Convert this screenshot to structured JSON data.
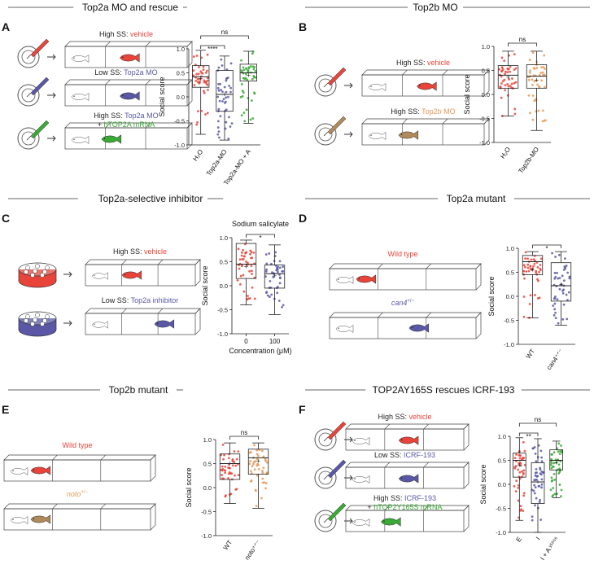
{
  "colors": {
    "red": "#e8443a",
    "blue": "#5a58a6",
    "green": "#3aa935",
    "orange": "#e69a57",
    "brown": "#b08a5a",
    "dark": "#222222"
  },
  "panels": [
    {
      "letter": "A",
      "title": "Top2a MO and rescue",
      "schematic": {
        "type": "needle",
        "rows": [
          {
            "lines": [
              {
                "parts": [
                  {
                    "t": "High SS: ",
                    "c": "dark"
                  },
                  {
                    "t": "vehicle",
                    "c": "red"
                  }
                ]
              }
            ],
            "needle": "red",
            "fish": "red",
            "pos": "right"
          },
          {
            "lines": [
              {
                "parts": [
                  {
                    "t": "Low SS: ",
                    "c": "dark"
                  },
                  {
                    "t": "Top2a MO",
                    "c": "blue"
                  }
                ]
              }
            ],
            "needle": "blue",
            "fish": "blue",
            "pos": "right"
          },
          {
            "lines": [
              {
                "parts": [
                  {
                    "t": "High SS: ",
                    "c": "dark"
                  },
                  {
                    "t": "Top2a MO",
                    "c": "blue"
                  }
                ]
              },
              {
                "parts": [
                  {
                    "t": "+ ",
                    "c": "dark"
                  },
                  {
                    "t": "hTOP2A mRNA",
                    "c": "green"
                  }
                ]
              }
            ],
            "needle": "green",
            "fish": "green",
            "pos": "left"
          }
        ]
      },
      "chart_data": {
        "type": "box",
        "ylabel": "Social score",
        "ylim": [
          -1.0,
          1.0
        ],
        "yticks": [
          "-1.0",
          "-0.5",
          "0.0",
          "0.5",
          "1.0"
        ],
        "categories": [
          "H₂O",
          "Top2a-MO",
          "Top2a-MO + A"
        ],
        "rotate": true,
        "boxes": [
          {
            "color": "red",
            "min": -0.78,
            "q1": 0.2,
            "median": 0.42,
            "q3": 0.65,
            "max": 0.97,
            "mean": 0.38
          },
          {
            "color": "blue",
            "min": -0.9,
            "q1": -0.3,
            "median": 0.05,
            "q3": 0.55,
            "max": 0.85,
            "mean": 0.05
          },
          {
            "color": "green",
            "min": -0.55,
            "q1": 0.33,
            "median": 0.5,
            "q3": 0.68,
            "max": 0.95,
            "mean": 0.45
          }
        ],
        "brackets": [
          {
            "from": 0,
            "to": 1,
            "label": "****"
          },
          {
            "from": 0,
            "to": 2,
            "label": "ns"
          }
        ]
      }
    },
    {
      "letter": "B",
      "title": "Top2b MO",
      "schematic": {
        "type": "needle",
        "rows": [
          {
            "lines": [
              {
                "parts": [
                  {
                    "t": "High SS: ",
                    "c": "dark"
                  },
                  {
                    "t": "vehicle",
                    "c": "red"
                  }
                ]
              }
            ],
            "needle": "red",
            "fish": "red",
            "pos": "right"
          },
          {
            "lines": [
              {
                "parts": [
                  {
                    "t": "High SS: ",
                    "c": "dark"
                  },
                  {
                    "t": "Top2b MO",
                    "c": "orange"
                  }
                ]
              }
            ],
            "needle": "brown",
            "fish": "brown",
            "pos": "left"
          }
        ]
      },
      "chart_data": {
        "type": "box",
        "ylabel": "Social score",
        "ylim": [
          -1.0,
          1.0
        ],
        "yticks": [
          "-1.0",
          "-0.5",
          "0.0",
          "0.5",
          "1.0"
        ],
        "categories": [
          "H₂O",
          "Top2b-MO"
        ],
        "rotate": true,
        "boxes": [
          {
            "color": "red",
            "min": -0.45,
            "q1": 0.13,
            "median": 0.4,
            "q3": 0.6,
            "max": 0.9,
            "mean": 0.36
          },
          {
            "color": "orange",
            "min": -0.75,
            "q1": 0.13,
            "median": 0.38,
            "q3": 0.62,
            "max": 0.9,
            "mean": 0.3
          }
        ],
        "brackets": [
          {
            "from": 0,
            "to": 1,
            "label": "ns"
          }
        ]
      }
    },
    {
      "letter": "C",
      "title": "Top2a-selective inhibitor",
      "schematic": {
        "type": "dish",
        "rows": [
          {
            "lines": [
              {
                "parts": [
                  {
                    "t": "High SS: ",
                    "c": "dark"
                  },
                  {
                    "t": "vehicle",
                    "c": "red"
                  }
                ]
              }
            ],
            "dish": "red",
            "fish": "red",
            "pos": "left"
          },
          {
            "lines": [
              {
                "parts": [
                  {
                    "t": "Low SS: ",
                    "c": "dark"
                  },
                  {
                    "t": "Top2a inhibitor",
                    "c": "blue"
                  }
                ]
              }
            ],
            "dish": "blue",
            "fish": "blue",
            "pos": "right"
          }
        ]
      },
      "chart_data": {
        "type": "box",
        "ylabel": "Social score",
        "ylim": [
          -1.0,
          1.0
        ],
        "yticks": [
          "-1.0",
          "-0.5",
          "0.0",
          "0.5",
          "1.0"
        ],
        "title": "Sodium salicylate",
        "xlabel": "Concentration (μM)",
        "categories": [
          "0",
          "100"
        ],
        "rotate": false,
        "boxes": [
          {
            "color": "red",
            "min": -0.4,
            "q1": 0.15,
            "median": 0.45,
            "q3": 0.88,
            "max": 0.95,
            "mean": 0.4
          },
          {
            "color": "blue",
            "min": -0.6,
            "q1": -0.05,
            "median": 0.25,
            "q3": 0.43,
            "max": 0.85,
            "mean": 0.2
          }
        ],
        "brackets": [
          {
            "from": 0,
            "to": 1,
            "label": "*"
          }
        ]
      }
    },
    {
      "letter": "D",
      "title": "Top2a mutant",
      "schematic": {
        "type": "label",
        "rows": [
          {
            "lines": [
              {
                "parts": [
                  {
                    "t": "Wild type",
                    "c": "red"
                  }
                ]
              }
            ],
            "fish": "red",
            "pos": "left",
            "italic": false
          },
          {
            "lines": [
              {
                "parts": [
                  {
                    "t": "can4",
                    "c": "blue",
                    "sup": "+/−"
                  }
                ]
              }
            ],
            "fish": "blue",
            "pos": "right",
            "italic": true
          }
        ]
      },
      "chart_data": {
        "type": "box",
        "ylabel": "Social score",
        "ylim": [
          -1.0,
          1.0
        ],
        "yticks": [
          "-1.0",
          "-0.5",
          "0.0",
          "0.5",
          "1.0"
        ],
        "categories": [
          "WT",
          "can4⁺ᐟ⁻"
        ],
        "rotate": true,
        "boxes": [
          {
            "color": "red",
            "min": -0.45,
            "q1": 0.45,
            "median": 0.72,
            "q3": 0.85,
            "max": 0.93,
            "mean": 0.55
          },
          {
            "color": "blue",
            "min": -0.6,
            "q1": -0.1,
            "median": 0.22,
            "q3": 0.7,
            "max": 0.93,
            "mean": 0.25
          }
        ],
        "brackets": [
          {
            "from": 0,
            "to": 1,
            "label": "*"
          }
        ]
      }
    },
    {
      "letter": "E",
      "title": "Top2b mutant",
      "schematic": {
        "type": "label",
        "rows": [
          {
            "lines": [
              {
                "parts": [
                  {
                    "t": "Wild type",
                    "c": "red"
                  }
                ]
              }
            ],
            "fish": "red",
            "pos": "left",
            "italic": false
          },
          {
            "lines": [
              {
                "parts": [
                  {
                    "t": "noto",
                    "c": "orange",
                    "sup": "+/−"
                  }
                ]
              }
            ],
            "fish": "brown",
            "pos": "left",
            "italic": true
          }
        ]
      },
      "chart_data": {
        "type": "box",
        "ylabel": "Social score",
        "ylim": [
          -1.0,
          1.0
        ],
        "yticks": [
          "-1.0",
          "-0.5",
          "0.0",
          "0.5",
          "1.0"
        ],
        "categories": [
          "WT",
          "noto⁺ᐟ⁻"
        ],
        "rotate": true,
        "boxes": [
          {
            "color": "red",
            "min": -0.33,
            "q1": 0.17,
            "median": 0.5,
            "q3": 0.7,
            "max": 0.93,
            "mean": 0.5
          },
          {
            "color": "orange",
            "min": -0.43,
            "q1": 0.28,
            "median": 0.62,
            "q3": 0.8,
            "max": 0.93,
            "mean": 0.55
          }
        ],
        "brackets": [
          {
            "from": 0,
            "to": 1,
            "label": "ns"
          }
        ]
      }
    },
    {
      "letter": "F",
      "title": "TOP2AY165S rescues ICRF-193",
      "schematic": {
        "type": "needle",
        "rows": [
          {
            "lines": [
              {
                "parts": [
                  {
                    "t": "High SS: ",
                    "c": "dark"
                  },
                  {
                    "t": "vehicle",
                    "c": "red"
                  }
                ]
              }
            ],
            "needle": "red",
            "fish": "red",
            "pos": "right"
          },
          {
            "lines": [
              {
                "parts": [
                  {
                    "t": "Low SS: ",
                    "c": "dark"
                  },
                  {
                    "t": "ICRF-193",
                    "c": "blue"
                  }
                ]
              }
            ],
            "needle": "blue",
            "fish": "blue",
            "pos": "right"
          },
          {
            "lines": [
              {
                "parts": [
                  {
                    "t": "High SS: ",
                    "c": "dark"
                  },
                  {
                    "t": "ICRF-193",
                    "c": "blue"
                  }
                ]
              },
              {
                "parts": [
                  {
                    "t": "+ ",
                    "c": "dark"
                  },
                  {
                    "t": "hTOP2Y165S mRNA",
                    "c": "green"
                  }
                ]
              }
            ],
            "needle": "green",
            "fish": "green",
            "pos": "left"
          }
        ]
      },
      "chart_data": {
        "type": "box",
        "ylabel": "Social score",
        "ylim": [
          -1.0,
          1.0
        ],
        "yticks": [
          "-1.0",
          "-0.5",
          "0.0",
          "0.5",
          "1.0"
        ],
        "categories": [
          "E",
          "I",
          "I + A ʸ¹⁶⁵ˢ"
        ],
        "rotate": true,
        "boxes": [
          {
            "color": "red",
            "min": -0.75,
            "q1": 0.15,
            "median": 0.5,
            "q3": 0.65,
            "max": 0.97,
            "mean": 0.4
          },
          {
            "color": "blue",
            "min": -1.0,
            "q1": -0.4,
            "median": 0.05,
            "q3": 0.45,
            "max": 0.95,
            "mean": 0.05
          },
          {
            "color": "green",
            "min": -0.28,
            "q1": 0.3,
            "median": 0.5,
            "q3": 0.72,
            "max": 0.9,
            "mean": 0.45
          }
        ],
        "brackets": [
          {
            "from": 0,
            "to": 1,
            "label": "**"
          },
          {
            "from": 0,
            "to": 2,
            "label": "ns"
          }
        ]
      }
    }
  ]
}
